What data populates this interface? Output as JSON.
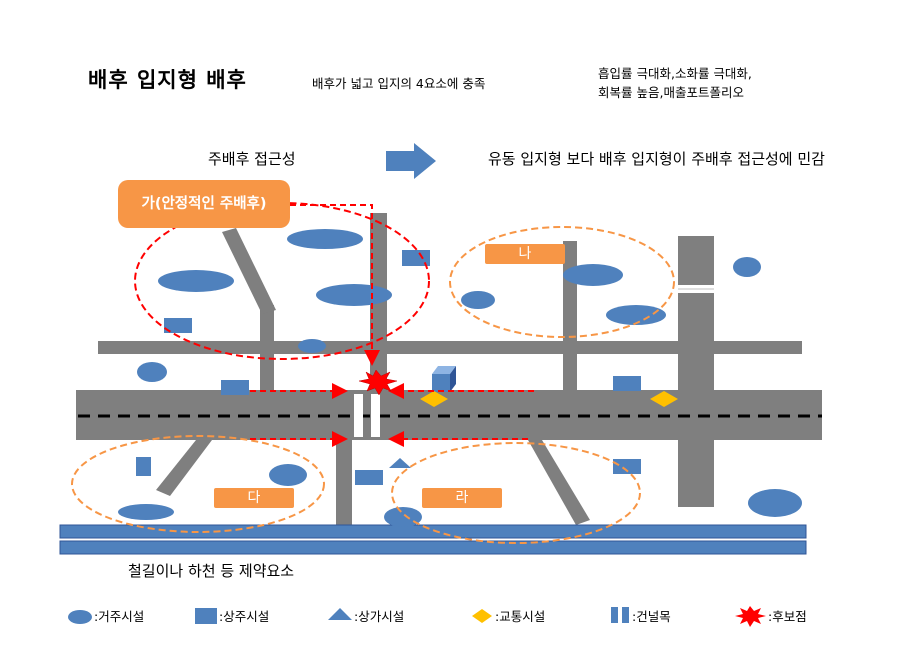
{
  "title": "배후 입지형 배후",
  "subtitle": "배후가 넓고 입지의 4요소에 충족",
  "note_lines": [
    "흡입률 극대화,소화률 극대화,",
    "회복률 높음,매출포트폴리오"
  ],
  "label_main": "주배후 접근성",
  "label_sensitivity": "유동 입지형 보다 배후 입지형이 주배후 접근성에 민감",
  "label_rail": "철길이나 하천 등 제약요소",
  "areas": {
    "ga": "가(안정적인 주배후)",
    "na": "나",
    "da": "다",
    "ra": "라"
  },
  "legend": {
    "residential": ":거주시설",
    "commercial_residential": ":상주시설",
    "commercial": ":상가시설",
    "transport": ":교통시설",
    "crosswalk": ":건널목",
    "candidate": ":후보점"
  },
  "colors": {
    "road": "#7f7f7f",
    "facility": "#4f81bd",
    "rail": "#4f81bd",
    "orange": "#f79646",
    "red": "#ff0000",
    "transport": "#ffc000"
  }
}
